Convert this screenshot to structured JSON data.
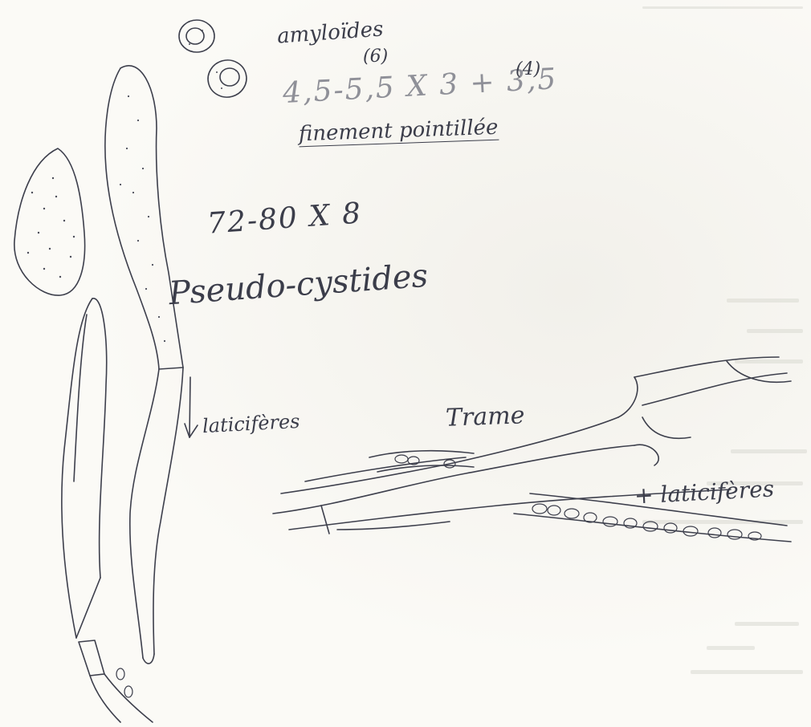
{
  "sheet": {
    "annotations": {
      "amyloide": "amyloïdes",
      "spore_exponent_top": "(6)",
      "spore_dimensions": "4,5-5,5 X 3 + 3,5",
      "spore_exponent_right": "(4)",
      "ornamentation": "finement pointillée",
      "cystidia_dimensions": "72-80 X 8",
      "pseudocystidia": "Pseudo-cystides",
      "laticifers_arrow": "laticifères",
      "trama": "Trame",
      "laticifers_trama": "+ laticifères"
    }
  }
}
